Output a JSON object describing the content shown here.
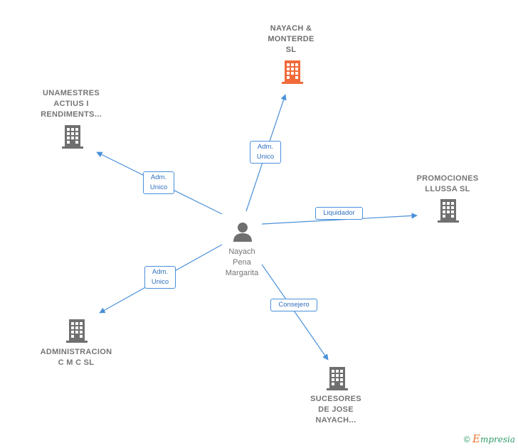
{
  "colors": {
    "edge": "#4a90d9",
    "building_default": "#6f6f6f",
    "building_highlight": "#f26a3a",
    "person": "#6f6f6f",
    "label_text": "#757575"
  },
  "center": {
    "name_lines": [
      "Nayach",
      "Pena",
      "Margarita"
    ],
    "icon": "person-icon"
  },
  "companies": [
    {
      "id": "nayach-monterde",
      "lines": [
        "NAYACH &",
        "MONTERDE",
        "SL"
      ],
      "icon": "building-icon",
      "highlight": true
    },
    {
      "id": "unamestres",
      "lines": [
        "UNAMESTRES",
        "ACTIUS I",
        "RENDIMENTS..."
      ],
      "icon": "building-icon",
      "highlight": false
    },
    {
      "id": "promociones-llussa",
      "lines": [
        "PROMOCIONES",
        "LLUSSA SL"
      ],
      "icon": "building-icon",
      "highlight": false
    },
    {
      "id": "administracion-cmc",
      "lines": [
        "ADMINISTRACION",
        "C M C SL"
      ],
      "icon": "building-icon",
      "highlight": false
    },
    {
      "id": "sucesores-jose-nayach",
      "lines": [
        "SUCESORES",
        "DE JOSE",
        "NAYACH..."
      ],
      "icon": "building-icon",
      "highlight": false
    }
  ],
  "relations": [
    {
      "to": "nayach-monterde",
      "label_lines": [
        "Adm.",
        "Unico"
      ]
    },
    {
      "to": "unamestres",
      "label_lines": [
        "Adm.",
        "Unico"
      ]
    },
    {
      "to": "promociones-llussa",
      "label_lines": [
        "Liquidador"
      ]
    },
    {
      "to": "administracion-cmc",
      "label_lines": [
        "Adm.",
        "Unico"
      ]
    },
    {
      "to": "sucesores-jose-nayach",
      "label_lines": [
        "Consejero"
      ]
    }
  ],
  "footer": {
    "copyright_symbol": "©",
    "brand_first": "E",
    "brand_rest": "mpresia"
  }
}
